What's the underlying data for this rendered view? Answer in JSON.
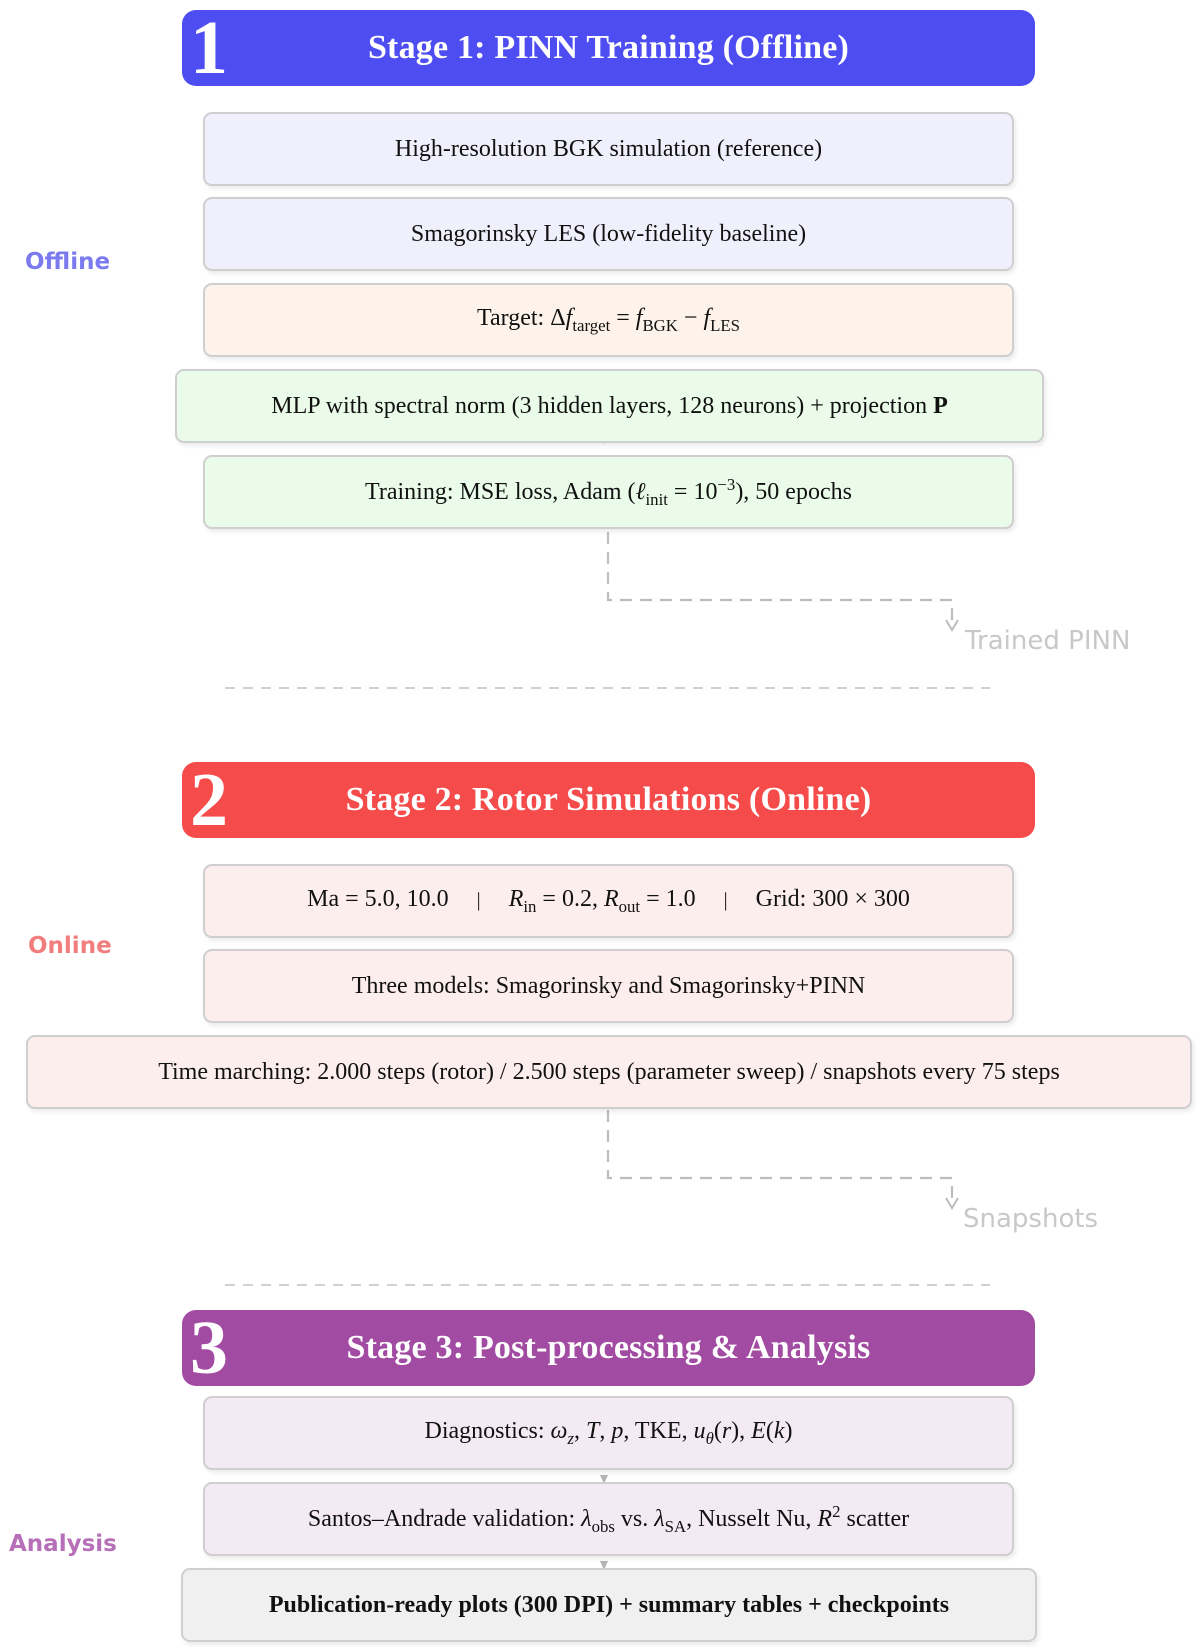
{
  "colors": {
    "stage1": "#4d4df2",
    "stage2": "#f54b4b",
    "stage3": "#a24ba2",
    "offline_label": "#7b7bef",
    "online_label": "#f17d7d",
    "analysis_label": "#b76fb7"
  },
  "stage1": {
    "number": "1",
    "title": "Stage 1: PINN Training (Offline)",
    "side_label": "Offline",
    "steps": {
      "reference": "High-resolution BGK simulation (reference)",
      "baseline": "Smagorinsky LES (low-fidelity baseline)",
      "target_prefix": "Target: Δ",
      "target_f1": "f",
      "target_sub1": "target",
      "target_eq": " = ",
      "target_f2": "f",
      "target_sub2": "BGK",
      "target_minus": " − ",
      "target_f3": "f",
      "target_sub3": "LES",
      "mlp_text": "MLP with spectral norm (3 hidden layers, 128 neurons) + projection ",
      "mlp_bold": "P",
      "training_prefix": "Training: MSE loss, Adam (",
      "training_ell": "ℓ",
      "training_sub": "init",
      "training_eq": " = 10",
      "training_sup": "−3",
      "training_suffix": "), 50 epochs"
    },
    "output": "Trained PINN"
  },
  "stage2": {
    "number": "2",
    "title": "Stage 2: Rotor Simulations (Online)",
    "side_label": "Online",
    "steps": {
      "params_ma": "Ma = 5.0,  10.0",
      "params_sep1": "|",
      "params_r1": "R",
      "params_r1_sub": "in",
      "params_r1_val": " = 0.2,  ",
      "params_r2": "R",
      "params_r2_sub": "out",
      "params_r2_val": " = 1.0",
      "params_sep2": "|",
      "params_grid": "Grid: 300 × 300",
      "models": "Three models: Smagorinsky and Smagorinsky+PINN",
      "time_marching": "Time marching: 2.000 steps (rotor) / 2.500 steps (parameter sweep) / snapshots every 75 steps"
    },
    "output": "Snapshots"
  },
  "stage3": {
    "number": "3",
    "title": "Stage 3: Post-processing & Analysis",
    "side_label": "Analysis",
    "steps": {
      "diag_prefix": "Diagnostics: ",
      "diag_omega": "ω",
      "diag_omega_sub": "z",
      "diag_c1": ", ",
      "diag_T": "T",
      "diag_c2": ", ",
      "diag_p": "p",
      "diag_tke": ", TKE, ",
      "diag_u": "u",
      "diag_u_sub": "θ",
      "diag_ur": "(",
      "diag_r": "r",
      "diag_ur_close": "), ",
      "diag_E": "E",
      "diag_k_open": "(",
      "diag_k": "k",
      "diag_k_close": ")",
      "val_prefix": "Santos–Andrade validation: ",
      "val_l1": "λ",
      "val_l1_sub": "obs",
      "val_vs": " vs. ",
      "val_l2": "λ",
      "val_l2_sub": "SA",
      "val_mid": ", Nusselt Nu, ",
      "val_R": "R",
      "val_R_sup": "2",
      "val_suffix": " scatter",
      "publication": "Publication-ready plots (300 DPI) + summary tables + checkpoints"
    }
  }
}
